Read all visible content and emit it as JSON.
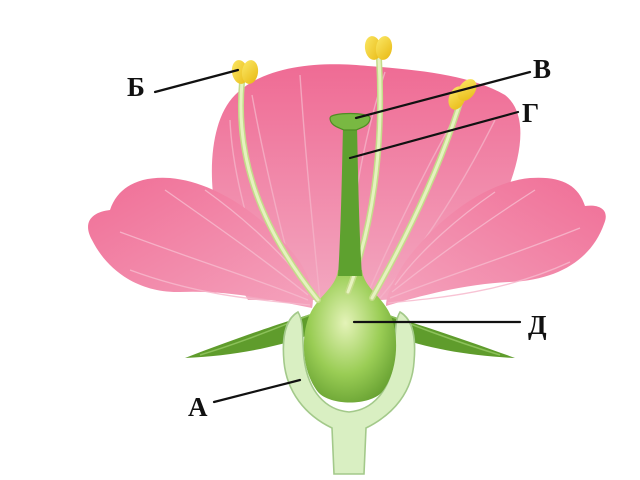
{
  "labels": {
    "a": "А",
    "b": "Б",
    "v": "В",
    "g": "Г",
    "d": "Д"
  },
  "colors": {
    "petal": "#ef6f97",
    "petal_vein": "#f3a9c1",
    "sepal": "#5f9c2c",
    "receptacle": "#d9efc2",
    "receptacle_edge": "#98c27a",
    "ovary": "#8fc54f",
    "style": "#5ea12f",
    "filament": "#d7e9a8",
    "anther": "#f5d83a",
    "pointer": "#111111"
  }
}
